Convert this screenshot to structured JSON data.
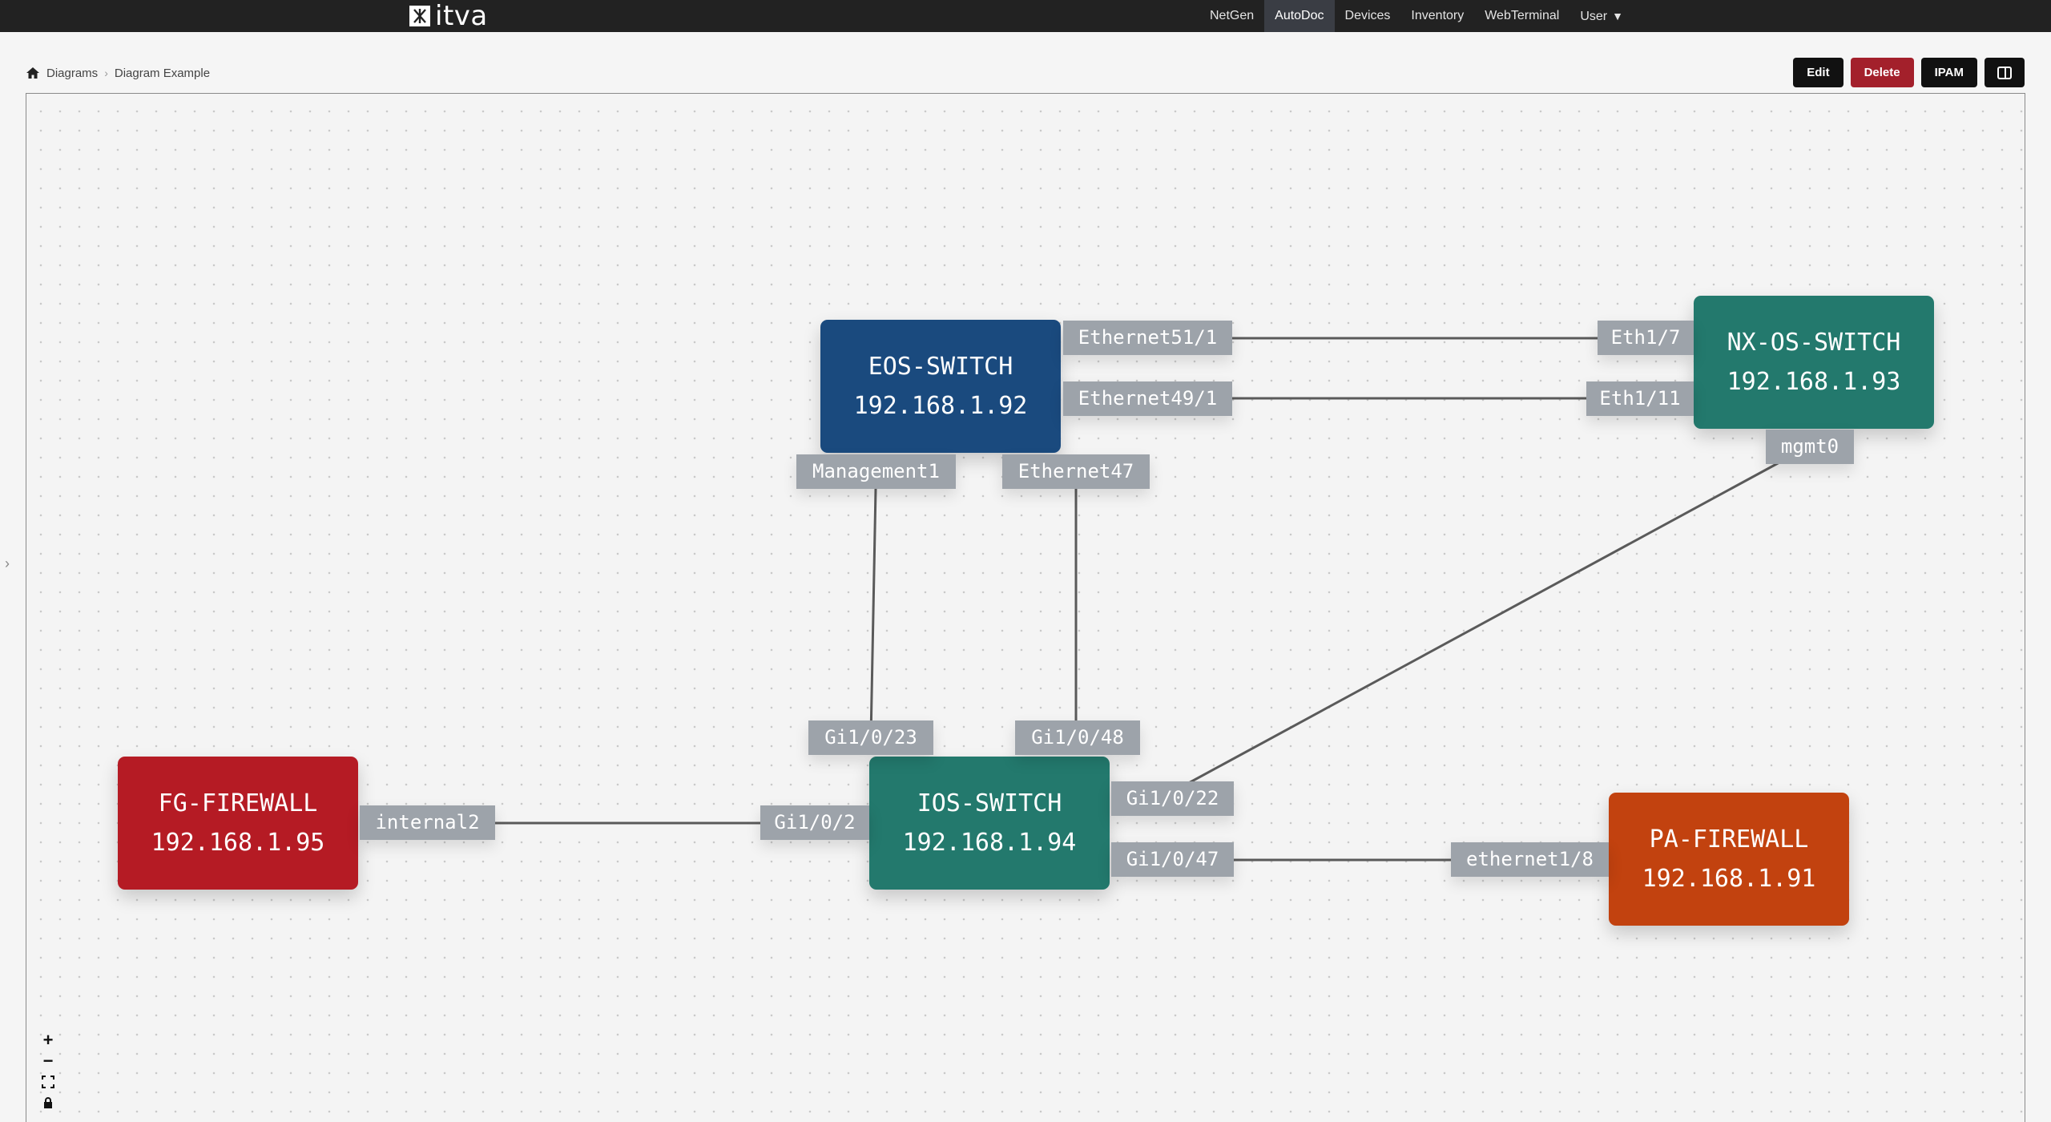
{
  "app": {
    "brand": "itva",
    "nav": [
      {
        "label": "NetGen"
      },
      {
        "label": "AutoDoc",
        "active": true
      },
      {
        "label": "Devices"
      },
      {
        "label": "Inventory"
      },
      {
        "label": "WebTerminal"
      },
      {
        "label": "User"
      }
    ]
  },
  "breadcrumb": [
    "Diagrams",
    "Diagram Example"
  ],
  "actions": {
    "edit": "Edit",
    "delete": "Delete",
    "ipam": "IPAM"
  },
  "colors": {
    "navbar": "#222222",
    "eos": "#1a4a7e",
    "nxos": "#23796d",
    "ios": "#23796d",
    "fg": "#b51b24",
    "pa": "#c2420f",
    "port": "#9da3aa",
    "delete_button": "#a3202b"
  },
  "diagram": {
    "nodes": {
      "eos": {
        "hostname": "EOS-SWITCH",
        "ip": "192.168.1.92"
      },
      "nxos": {
        "hostname": "NX-OS-SWITCH",
        "ip": "192.168.1.93"
      },
      "ios": {
        "hostname": "IOS-SWITCH",
        "ip": "192.168.1.94"
      },
      "fg": {
        "hostname": "FG-FIREWALL",
        "ip": "192.168.1.95"
      },
      "pa": {
        "hostname": "PA-FIREWALL",
        "ip": "192.168.1.91"
      }
    },
    "ports": {
      "eos_eth51": "Ethernet51/1",
      "eos_eth49": "Ethernet49/1",
      "eos_mgmt1": "Management1",
      "eos_eth47": "Ethernet47",
      "nx_eth17": "Eth1/7",
      "nx_eth111": "Eth1/11",
      "nx_mgmt0": "mgmt0",
      "ios_gi23": "Gi1/0/23",
      "ios_gi48": "Gi1/0/48",
      "ios_gi2": "Gi1/0/2",
      "ios_gi22": "Gi1/0/22",
      "ios_gi47": "Gi1/0/47",
      "fg_internal2": "internal2",
      "pa_eth18": "ethernet1/8"
    },
    "links": [
      {
        "from": "EOS-SWITCH Ethernet51/1",
        "to": "NX-OS-SWITCH Eth1/7"
      },
      {
        "from": "EOS-SWITCH Ethernet49/1",
        "to": "NX-OS-SWITCH Eth1/11"
      },
      {
        "from": "EOS-SWITCH Management1",
        "to": "IOS-SWITCH Gi1/0/23"
      },
      {
        "from": "EOS-SWITCH Ethernet47",
        "to": "IOS-SWITCH Gi1/0/48"
      },
      {
        "from": "FG-FIREWALL internal2",
        "to": "IOS-SWITCH Gi1/0/2"
      },
      {
        "from": "IOS-SWITCH Gi1/0/22",
        "to": "NX-OS-SWITCH mgmt0"
      },
      {
        "from": "IOS-SWITCH Gi1/0/47",
        "to": "PA-FIREWALL ethernet1/8"
      }
    ]
  },
  "controls": {
    "zoom_in": "+",
    "zoom_out": "−"
  }
}
